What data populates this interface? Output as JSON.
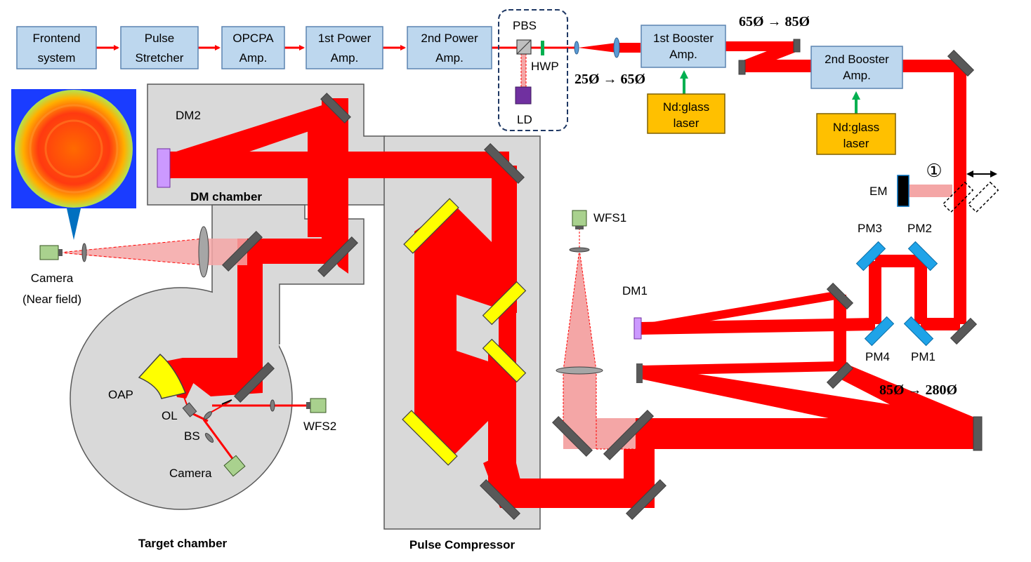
{
  "amplifier_chain": [
    {
      "line1": "Frontend",
      "line2": "system"
    },
    {
      "line1": "Pulse",
      "line2": "Stretcher"
    },
    {
      "line1": "OPCPA",
      "line2": "Amp."
    },
    {
      "line1": "1st Power",
      "line2": "Amp."
    },
    {
      "line1": "2nd Power",
      "line2": "Amp."
    }
  ],
  "booster1": {
    "line1": "1st Booster",
    "line2": "Amp."
  },
  "booster2": {
    "line1": "2nd Booster",
    "line2": "Amp."
  },
  "pump_laser": {
    "line1": "Nd:glass",
    "line2": "laser"
  },
  "labels": {
    "pbs": "PBS",
    "hwp": "HWP",
    "ld": "LD",
    "dm2": "DM2",
    "dm1": "DM1",
    "em": "EM",
    "pm1": "PM1",
    "pm2": "PM2",
    "pm3": "PM3",
    "pm4": "PM4",
    "wfs1": "WFS1",
    "wfs2": "WFS2",
    "oap": "OAP",
    "ol": "OL",
    "bs": "BS",
    "camera": "Camera",
    "camera_nf_1": "Camera",
    "camera_nf_2": "(Near field)",
    "circled_one": "①"
  },
  "beam_sizes": {
    "s1": "25Ø → 65Ø",
    "s2": "65Ø → 85Ø",
    "s3": "85Ø → 280Ø"
  },
  "chambers": {
    "dm": "DM chamber",
    "target": "Target chamber",
    "compressor": "Pulse Compressor"
  },
  "colors": {
    "beam": "#ff0000",
    "beam_faint": "#f4a6a6",
    "amp_box": "#bdd7ee",
    "pump_laser": "#ffc000",
    "chamber": "#d9d9d9",
    "grating": "#ffff00",
    "plane_mirror": "#1fa3e8",
    "pump_arrow": "#00b050"
  }
}
